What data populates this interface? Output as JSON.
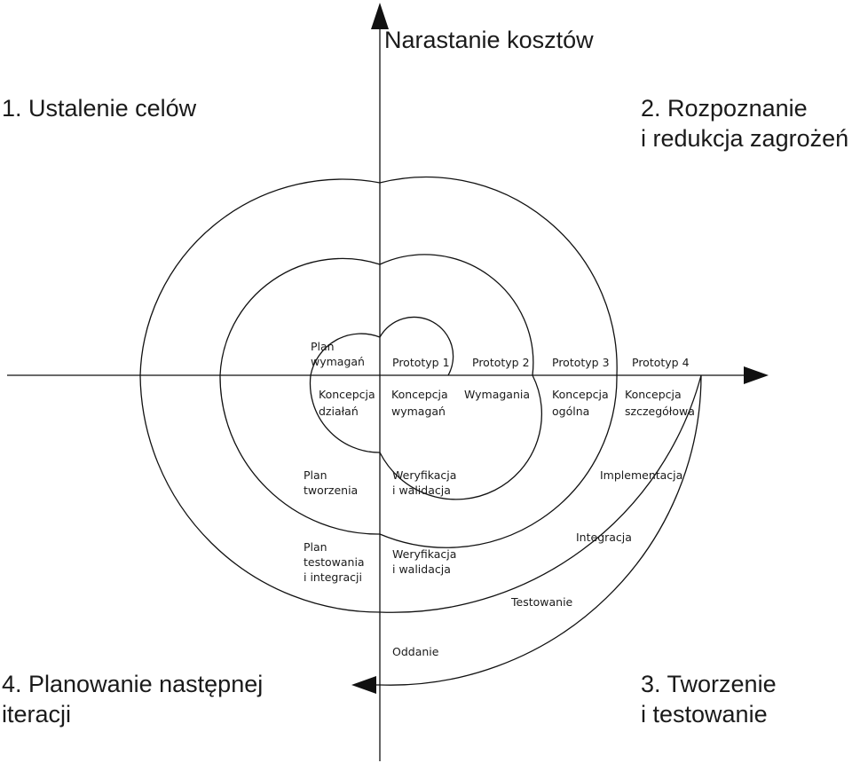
{
  "axis_label": "Narastanie kosztów",
  "quadrants": {
    "q1": [
      "1. Ustalenie celów"
    ],
    "q2": [
      "2. Rozpoznanie",
      "i redukcja zagrożeń"
    ],
    "q3": [
      "3. Tworzenie",
      "i testowanie"
    ],
    "q4": [
      "4. Planowanie następnej",
      "iteracji"
    ]
  },
  "labels": {
    "plan_wymagan": [
      "Plan",
      "wymagań"
    ],
    "prototyp_1": [
      "Prototyp 1"
    ],
    "prototyp_2": [
      "Prototyp 2"
    ],
    "prototyp_3": [
      "Prototyp 3"
    ],
    "prototyp_4": [
      "Prototyp 4"
    ],
    "koncepcja_dzialan": [
      "Koncepcja",
      "działań"
    ],
    "koncepcja_wymagan": [
      "Koncepcja",
      "wymagań"
    ],
    "wymagania": [
      "Wymagania"
    ],
    "koncepcja_ogolna": [
      "Koncepcja",
      "ogólna"
    ],
    "koncepcja_szczegolowa": [
      "Koncepcja",
      "szczegółowa"
    ],
    "plan_tworzenia": [
      "Plan",
      "tworzenia"
    ],
    "weryfikacja_1": [
      "Weryfikacja",
      "i walidacja"
    ],
    "implementacja": [
      "Implementacja"
    ],
    "plan_testowania": [
      "Plan",
      "testowania",
      "i integracji"
    ],
    "weryfikacja_2": [
      "Weryfikacja",
      "i walidacja"
    ],
    "integracja": [
      "Integracja"
    ],
    "testowanie": [
      "Testowanie"
    ],
    "oddanie": [
      "Oddanie"
    ]
  }
}
